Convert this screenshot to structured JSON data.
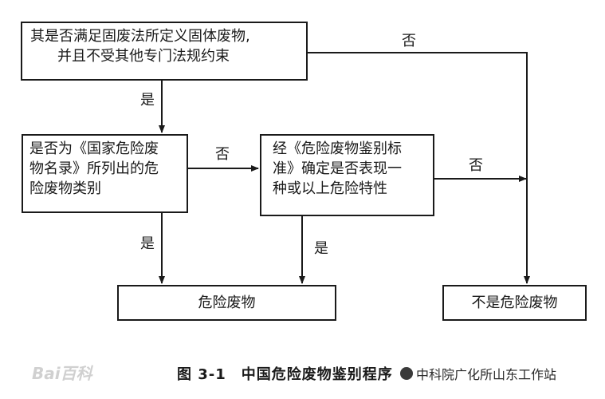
{
  "boxes": {
    "q1": {
      "line1": "其是否满足固废法所定义固体废物,",
      "line2": "并且不受其他专门法规约束"
    },
    "q2": {
      "line1": "是否为《国家危险废",
      "line2": "物名录》所列出的危",
      "line3": "险废物类别"
    },
    "q3": {
      "line1": "经《危险废物鉴别标",
      "line2": "准》确定是否表现一",
      "line3": "种或以上危险特性"
    },
    "hazardous": "危险废物",
    "not_hazardous": "不是危险废物"
  },
  "labels": {
    "q1_yes": "是",
    "q1_no": "否",
    "q2_no": "否",
    "q2_yes": "是",
    "q3_no": "否",
    "q3_yes": "是"
  },
  "caption": "图 3-1　中国危险废物鉴别程序",
  "watermarks": {
    "baidu": "Bai百科",
    "source": "中科院广化所山东工作站"
  },
  "colors": {
    "line": "#1a1a1a",
    "background": "#ffffff"
  }
}
